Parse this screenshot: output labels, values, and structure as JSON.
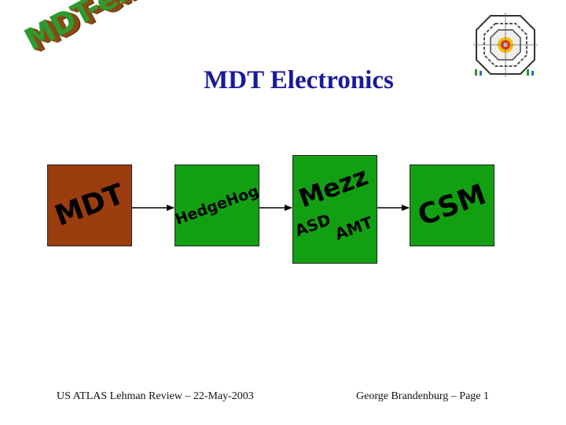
{
  "logo": {
    "text": "MDT-elx"
  },
  "title": "MDT Electronics",
  "blocks": [
    {
      "id": "mdt",
      "label": "MDT",
      "fill": "#9c3d0f"
    },
    {
      "id": "hedgehog",
      "label": "HedgeHog",
      "fill": "#12a012"
    },
    {
      "id": "mezz",
      "label": "Mezz",
      "sublabels": [
        "ASD",
        "AMT"
      ],
      "fill": "#12a012"
    },
    {
      "id": "csm",
      "label": "CSM",
      "fill": "#12a012"
    }
  ],
  "connections": [
    {
      "from": "mdt",
      "to": "hedgehog"
    },
    {
      "from": "hedgehog",
      "to": "mezz"
    },
    {
      "from": "mezz",
      "to": "csm"
    }
  ],
  "footer": {
    "left": "US ATLAS Lehman Review  –  22-May-2003",
    "right": "George Brandenburg – Page 1"
  }
}
